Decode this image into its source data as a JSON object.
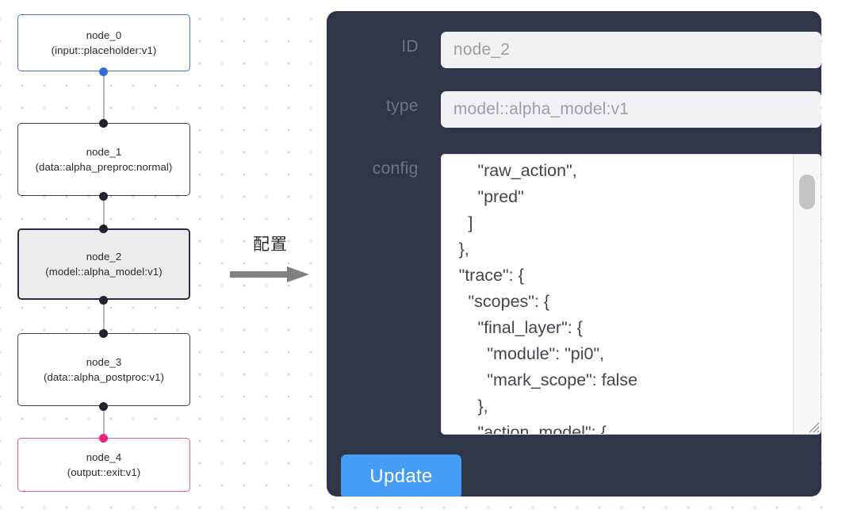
{
  "graph": {
    "nodes": [
      {
        "id": "node_0",
        "label": "node_0\n(input::placeholder:v1)",
        "kind": "input"
      },
      {
        "id": "node_1",
        "label": "node_1\n(data::alpha_preproc:normal)",
        "kind": "default"
      },
      {
        "id": "node_2",
        "label": "node_2\n(model::alpha_model:v1)",
        "kind": "selected"
      },
      {
        "id": "node_3",
        "label": "node_3\n(data::alpha_postproc:v1)",
        "kind": "default"
      },
      {
        "id": "node_4",
        "label": "node_4\n(output::exit:v1)",
        "kind": "output"
      }
    ],
    "colors": {
      "input_border": "#4b6fd0",
      "output_border": "#e5559b",
      "default_border": "#3a3f4b",
      "selected_fill": "#ececed",
      "edge": "#b9b9bd",
      "port": "#1f2430",
      "port_input": "#2f6fe0",
      "port_output": "#f0207a"
    }
  },
  "annotation": {
    "text": "配置",
    "arrow_icon": "right-arrow-icon",
    "arrow_color": "#808080"
  },
  "panel": {
    "background": "#2e3647",
    "fields": [
      {
        "key": "id",
        "label": "ID",
        "value": "node_2"
      },
      {
        "key": "type",
        "label": "type",
        "value": "model::alpha_model:v1"
      },
      {
        "key": "config",
        "label": "config",
        "value": ""
      }
    ],
    "config_editor": {
      "value": "      \"raw_action\",\n      \"pred\"\n    ]\n  },\n  \"trace\": {\n    \"scopes\": {\n      \"final_layer\": {\n        \"module\": \"pi0\",\n        \"mark_scope\": false\n      },\n      \"action_model\": {",
      "scrollbar": {
        "thumb_color": "#c3c3c5",
        "track_color": "#f7f7f8"
      },
      "resize_grip_icon": "resize-grip-icon"
    },
    "update_button": {
      "label": "Update",
      "color": "#459cf5"
    }
  }
}
